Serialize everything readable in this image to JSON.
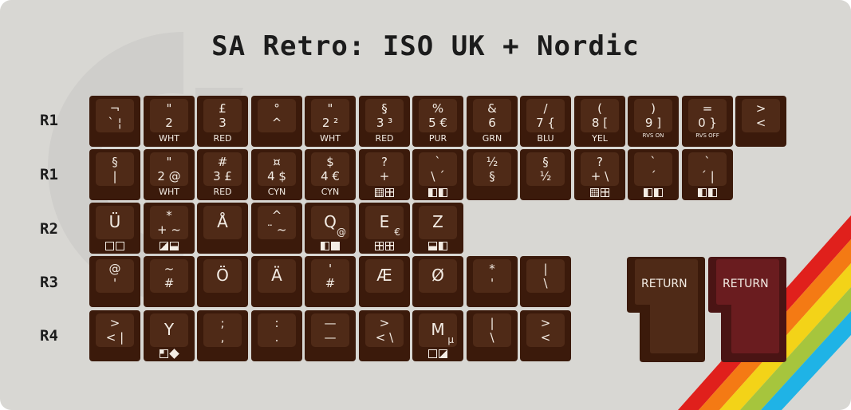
{
  "title": "SA Retro: ISO UK + Nordic",
  "row_labels": {
    "r1a": "R1",
    "r1b": "R1",
    "r2": "R2",
    "r3": "R3",
    "r4": "R4"
  },
  "colors": {
    "key": "#3b1a0b",
    "key_top": "#4f2a17",
    "return_alt": "#6a1c1f",
    "legend": "#f3ece4",
    "background": "#d8d7d3"
  },
  "rows": {
    "row1a": [
      {
        "top": "¬",
        "bot": "` ¦",
        "sub": ""
      },
      {
        "top": "\"",
        "bot": "2",
        "sub": "WHT"
      },
      {
        "top": "£",
        "bot": "3",
        "sub": "RED"
      },
      {
        "top": "°",
        "bot": "^",
        "sub": ""
      },
      {
        "top": "\"",
        "bot": "2 ²",
        "sub": "WHT"
      },
      {
        "top": "§",
        "bot": "3 ³",
        "sub": "RED"
      },
      {
        "top": "%",
        "bot": "5 €",
        "sub": "PUR"
      },
      {
        "top": "&",
        "bot": "6",
        "sub": "GRN"
      },
      {
        "top": "/",
        "bot": "7 {",
        "sub": "BLU"
      },
      {
        "top": "(",
        "bot": "8 [",
        "sub": "YEL"
      },
      {
        "top": ")",
        "bot": "9 ]",
        "sub": "RVS ON",
        "small": true
      },
      {
        "top": "=",
        "bot": "0 }",
        "sub": "RVS OFF",
        "small": true
      },
      {
        "top": ">",
        "bot": "<",
        "sub": ""
      }
    ],
    "row1b": [
      {
        "top": "§",
        "bot": "|",
        "sub": ""
      },
      {
        "top": "\"",
        "bot": "2 @",
        "sub": "WHT"
      },
      {
        "top": "#",
        "bot": "3 £",
        "sub": "RED"
      },
      {
        "top": "¤",
        "bot": "4 $",
        "sub": "CYN"
      },
      {
        "top": "$",
        "bot": "4 €",
        "sub": "CYN"
      },
      {
        "top": "?",
        "bot": "+",
        "glyphs": [
          "dot",
          "grid"
        ]
      },
      {
        "top": "`",
        "bot": "\\ ´",
        "glyphs": [
          "split",
          "split"
        ]
      },
      {
        "top": "½",
        "bot": "§",
        "sub": ""
      },
      {
        "top": "§",
        "bot": "½",
        "sub": ""
      },
      {
        "top": "?",
        "bot": "+ \\",
        "glyphs": [
          "dot",
          "grid"
        ]
      },
      {
        "top": "`",
        "bot": "´",
        "glyphs": [
          "split",
          "split"
        ]
      },
      {
        "top": "`",
        "bot": "´ |",
        "glyphs": [
          "split",
          "split"
        ]
      }
    ],
    "row2": [
      {
        "big": "Ü",
        "glyphs": [
          "box",
          "box"
        ]
      },
      {
        "top": "*",
        "bot": "+ ~",
        "glyphs": [
          "diag",
          "half"
        ]
      },
      {
        "big": "Å",
        "sub": ""
      },
      {
        "top": "^",
        "bot": "¨ ~",
        "sub": ""
      },
      {
        "big": "Q",
        "corner": "@",
        "glyphs": [
          "quad",
          "fill"
        ]
      },
      {
        "big": "E",
        "corner": "€",
        "glyphs": [
          "grid",
          "grid"
        ]
      },
      {
        "big": "Z",
        "glyphs": [
          "half",
          "split"
        ]
      }
    ],
    "row3": [
      {
        "top": "@",
        "bot": "'",
        "sub": ""
      },
      {
        "top": "~",
        "bot": "#",
        "sub": ""
      },
      {
        "big": "Ö",
        "sub": ""
      },
      {
        "big": "Ä",
        "sub": ""
      },
      {
        "top": "'",
        "bot": "#",
        "sub": ""
      },
      {
        "big": "Æ",
        "sub": ""
      },
      {
        "big": "Ø",
        "sub": ""
      },
      {
        "top": "*",
        "bot": "'",
        "sub": ""
      },
      {
        "top": "|",
        "bot": "\\",
        "sub": ""
      }
    ],
    "row4": [
      {
        "top": ">",
        "bot": "< |",
        "sub": ""
      },
      {
        "big": "Y",
        "glyphs": [
          "corner",
          "diamond"
        ]
      },
      {
        "top": ";",
        "bot": ",",
        "sub": ""
      },
      {
        "top": ":",
        "bot": ".",
        "sub": ""
      },
      {
        "top": "—",
        "bot": "—",
        "sub": ""
      },
      {
        "top": ">",
        "bot": "< \\",
        "sub": ""
      },
      {
        "big": "M",
        "corner": "µ",
        "glyphs": [
          "box",
          "diag"
        ]
      },
      {
        "top": "|",
        "bot": "\\",
        "sub": ""
      },
      {
        "top": ">",
        "bot": "<",
        "sub": ""
      }
    ]
  },
  "return_keys": [
    {
      "label": "RETURN",
      "variant": "brown"
    },
    {
      "label": "RETURN",
      "variant": "red"
    }
  ]
}
